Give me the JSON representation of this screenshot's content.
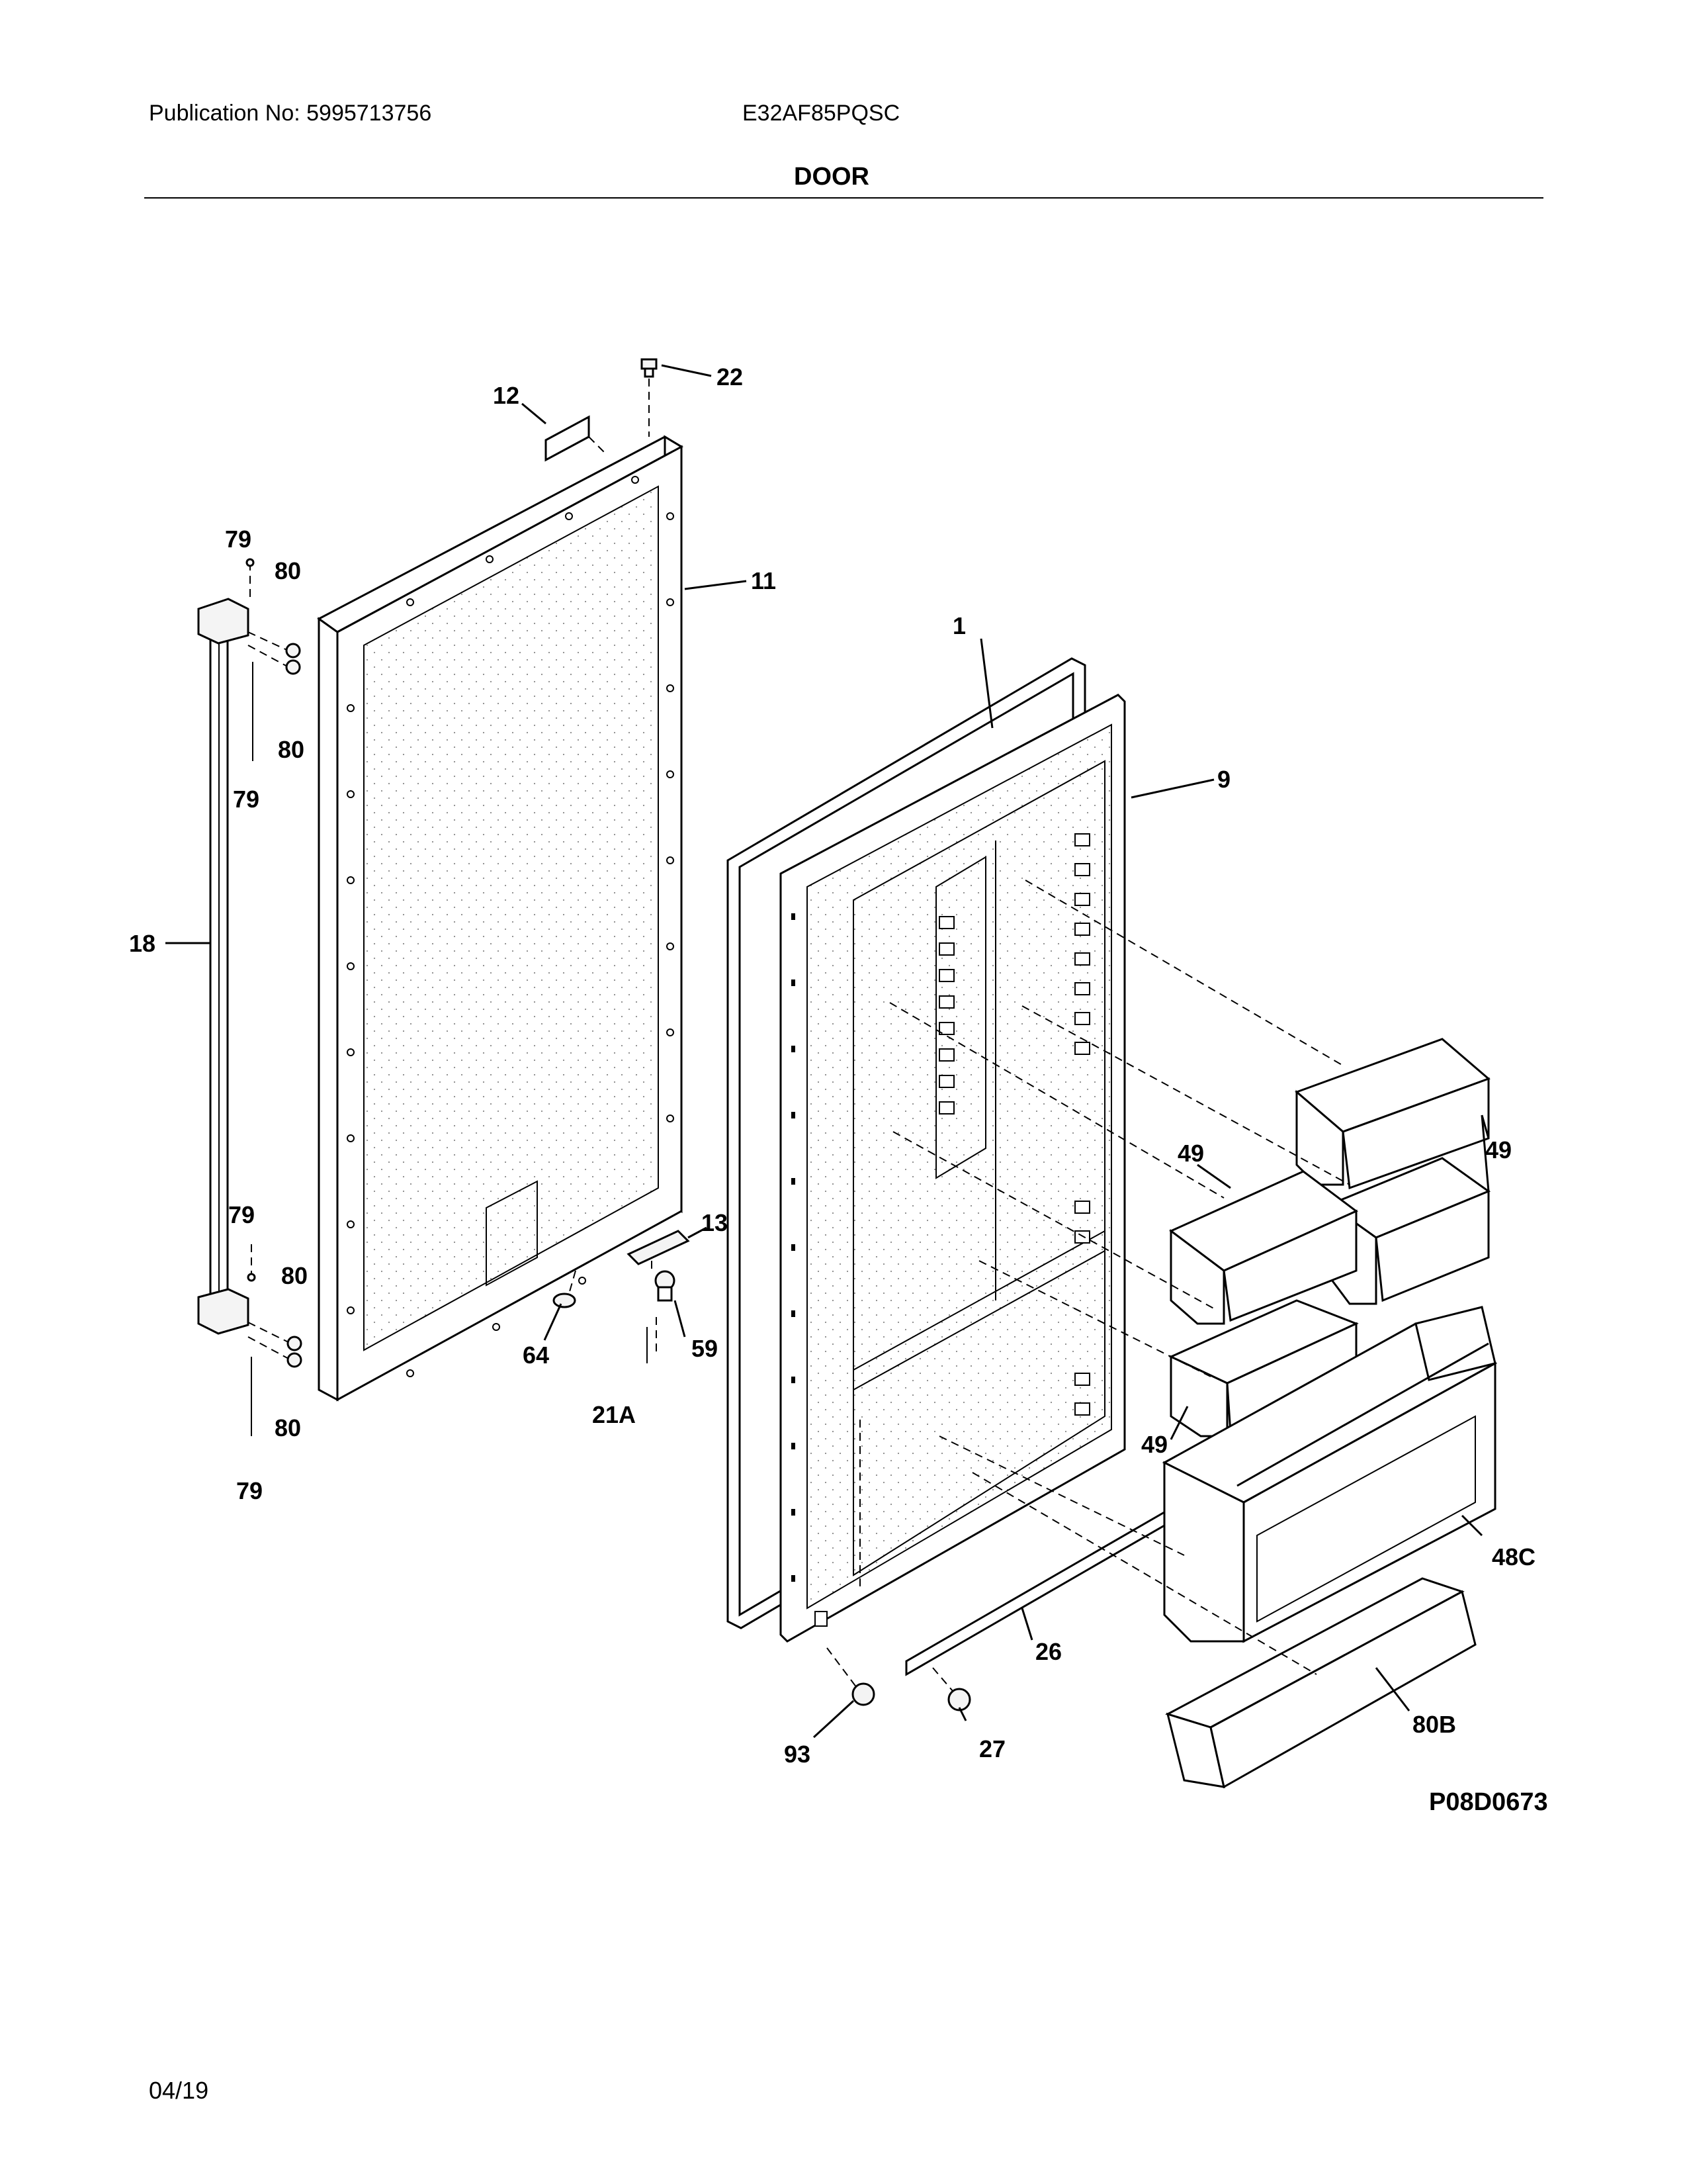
{
  "header": {
    "publication": "Publication No: 5995713756",
    "model": "E32AF85PQSC",
    "section_title": "DOOR"
  },
  "footer": {
    "date": "04/19",
    "drawing_code": "P08D0673"
  },
  "callouts": {
    "c1": "1",
    "c9": "9",
    "c11": "11",
    "c12": "12",
    "c13": "13",
    "c18": "18",
    "c21a": "21A",
    "c22": "22",
    "c26": "26",
    "c27": "27",
    "c48c": "48C",
    "c49a": "49",
    "c49b": "49",
    "c49c": "49",
    "c59": "59",
    "c64": "64",
    "c79a": "79",
    "c79b": "79",
    "c79c": "79",
    "c79d": "79",
    "c80a": "80",
    "c80b": "80",
    "c80c": "80",
    "c80d": "80",
    "c80b2": "80B",
    "c93": "93"
  }
}
